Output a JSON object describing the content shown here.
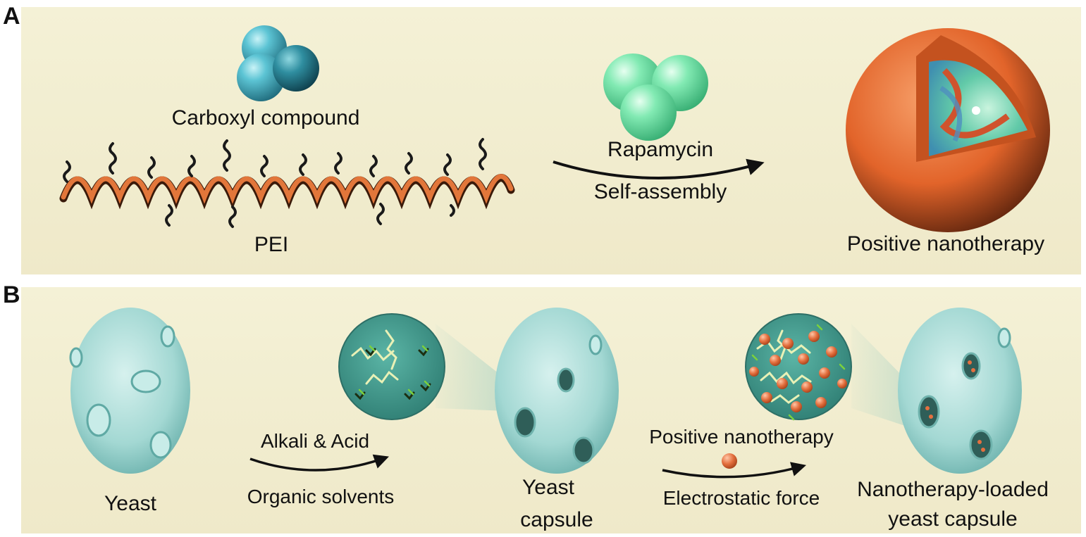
{
  "panel_a": {
    "letter": "A",
    "carboxyl_label": "Carboxyl compound",
    "pei_label": "PEI",
    "arrow_top_label": "Rapamycin",
    "arrow_bottom_label": "Self-assembly",
    "product_label": "Positive nanotherapy"
  },
  "panel_b": {
    "letter": "B",
    "yeast_label": "Yeast",
    "step1_top_label": "Alkali & Acid",
    "step1_bottom_label": "Organic solvents",
    "capsule_label_line1": "Yeast",
    "capsule_label_line2": "capsule",
    "step2_top_label": "Positive nanotherapy",
    "step2_bottom_label": "Electrostatic force",
    "loaded_label_line1": "Nanotherapy-loaded",
    "loaded_label_line2": "yeast capsule"
  },
  "colors": {
    "panel_bg": "#f4f1d6",
    "pei_orange": "#e2763a",
    "carboxyl_teal": "#3fb3c6",
    "rapamycin_green": "#6fe3a6",
    "nano_orange": "#e86a2c",
    "yeast_cyan": "#a9dcd8",
    "inset_teal": "#3f9a8d",
    "arrow": "#111111"
  }
}
